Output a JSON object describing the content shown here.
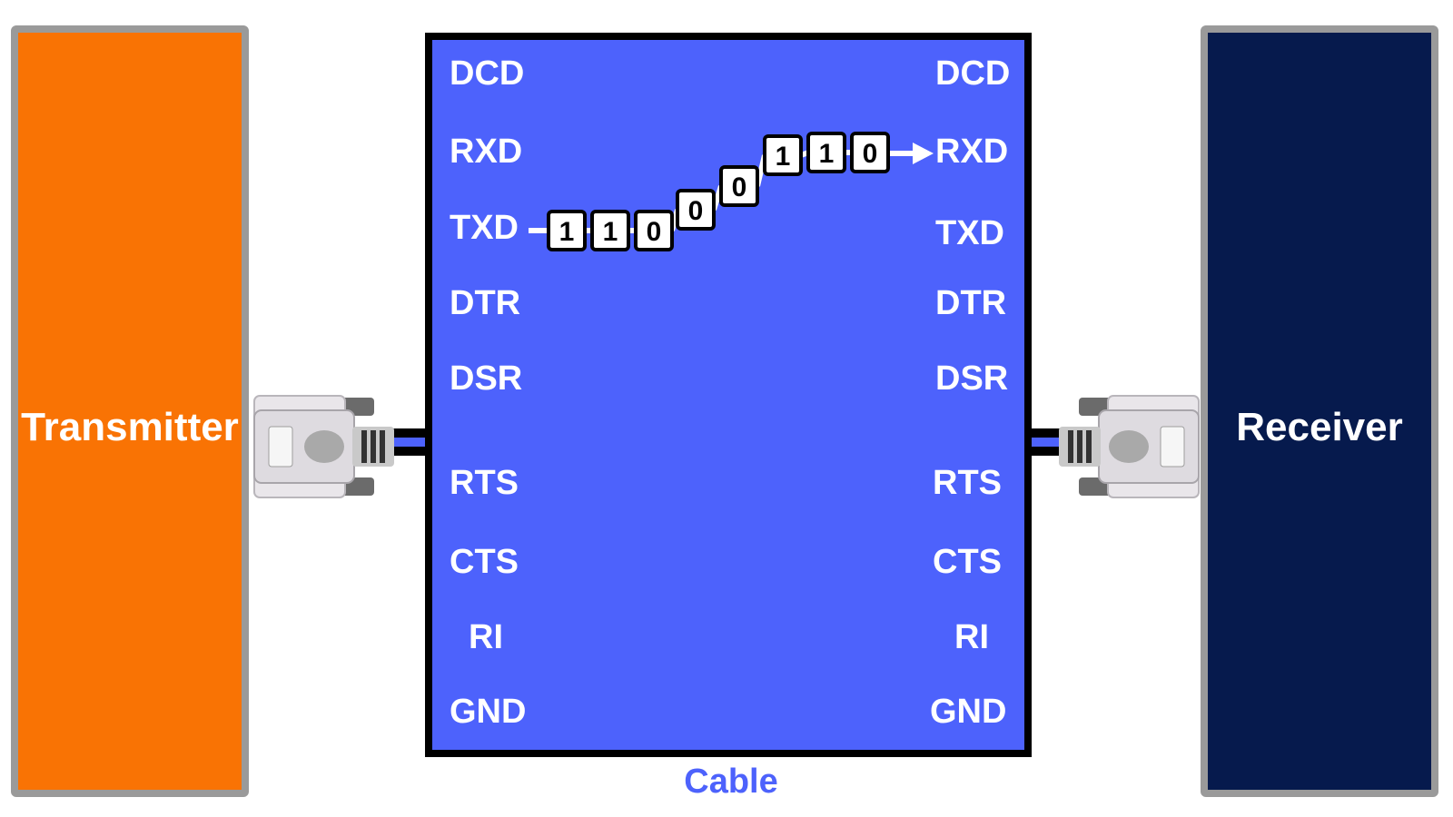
{
  "transmitter": {
    "label": "Transmitter",
    "color": "#f97304"
  },
  "receiver": {
    "label": "Receiver",
    "color": "#061a4d"
  },
  "cable": {
    "caption": "Cable",
    "color": "#4d62fc"
  },
  "pins_left": [
    "DCD",
    "RXD",
    "TXD",
    "DTR",
    "DSR",
    "RTS",
    "CTS",
    "RI",
    "GND"
  ],
  "pins_right": [
    "DCD",
    "RXD",
    "TXD",
    "DTR",
    "DSR",
    "RTS",
    "CTS",
    "RI",
    "GND"
  ],
  "bits": [
    "1",
    "1",
    "0",
    "0",
    "0",
    "1",
    "1",
    "0"
  ]
}
